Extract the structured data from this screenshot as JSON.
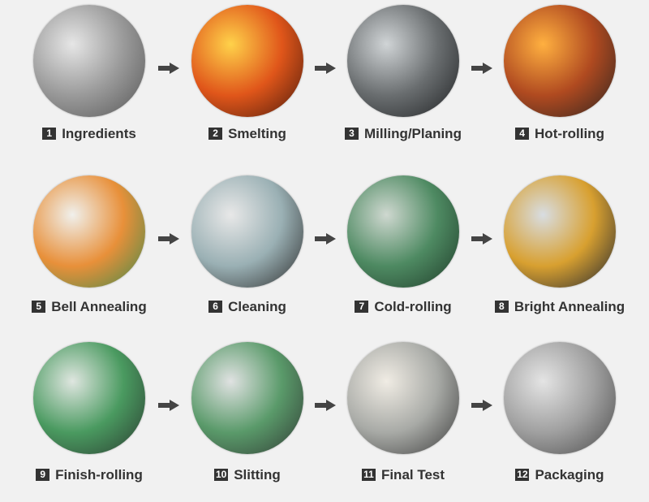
{
  "steps": [
    {
      "number": "1",
      "label": "Ingredients",
      "colors": [
        "#e6e6e6",
        "#9a9a9a",
        "#555"
      ]
    },
    {
      "number": "2",
      "label": "Smelting",
      "colors": [
        "#ffd24a",
        "#e0561a",
        "#4a1a0c"
      ]
    },
    {
      "number": "3",
      "label": "Milling/Planing",
      "colors": [
        "#d0d4d6",
        "#6a6e70",
        "#1e2022"
      ]
    },
    {
      "number": "4",
      "label": "Hot-rolling",
      "colors": [
        "#ffb040",
        "#b04a20",
        "#2c2420"
      ]
    },
    {
      "number": "5",
      "label": "Bell Annealing",
      "colors": [
        "#f0f0ec",
        "#e8903a",
        "#3f8a4a"
      ]
    },
    {
      "number": "6",
      "label": "Cleaning",
      "colors": [
        "#e8e8e8",
        "#9ab0b4",
        "#2a2a2a"
      ]
    },
    {
      "number": "7",
      "label": "Cold-rolling",
      "colors": [
        "#cfd8d0",
        "#4e8a62",
        "#1e3a28"
      ]
    },
    {
      "number": "8",
      "label": "Bright Annealing",
      "colors": [
        "#d8dde2",
        "#d8a030",
        "#1e2430"
      ]
    },
    {
      "number": "9",
      "label": "Finish-rolling",
      "colors": [
        "#dfe6e0",
        "#4a9a60",
        "#2a3a30"
      ]
    },
    {
      "number": "10",
      "label": "Slitting",
      "colors": [
        "#e0e2e2",
        "#5a9a6a",
        "#303a34"
      ]
    },
    {
      "number": "11",
      "label": "Final Test",
      "colors": [
        "#f0ece4",
        "#a8aaa6",
        "#3a3a3a"
      ]
    },
    {
      "number": "12",
      "label": "Packaging",
      "colors": [
        "#e4e4e4",
        "#a0a0a0",
        "#4a4a4a"
      ]
    }
  ]
}
